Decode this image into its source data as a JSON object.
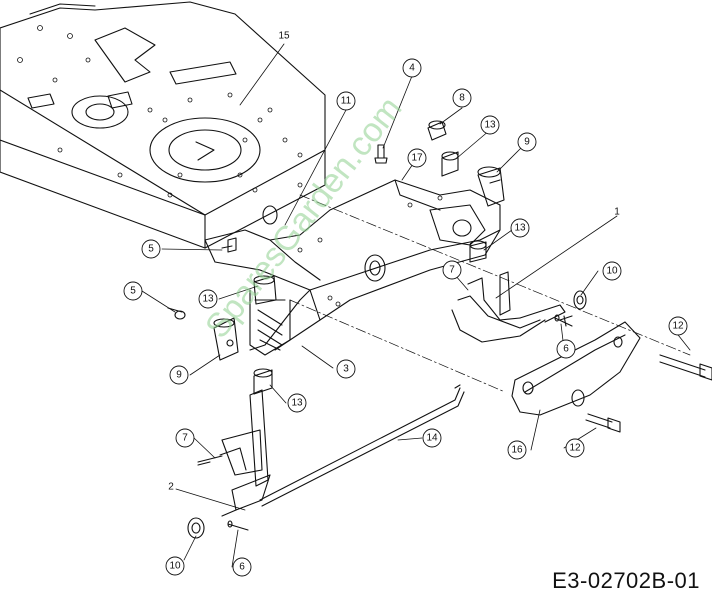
{
  "diagram": {
    "code": "E3-02702B-01",
    "watermark": "SparesGarden.com",
    "colors": {
      "line": "#111111",
      "watermark": "#8fd08f",
      "background": "#ffffff"
    },
    "callouts": [
      {
        "id": "c15",
        "label": "15"
      },
      {
        "id": "c4",
        "label": "4"
      },
      {
        "id": "c8",
        "label": "8"
      },
      {
        "id": "c11",
        "label": "11"
      },
      {
        "id": "c13a",
        "label": "13"
      },
      {
        "id": "c9a",
        "label": "9"
      },
      {
        "id": "c17",
        "label": "17"
      },
      {
        "id": "c13b",
        "label": "13"
      },
      {
        "id": "c1",
        "label": "1"
      },
      {
        "id": "c5a",
        "label": "5"
      },
      {
        "id": "c7a",
        "label": "7"
      },
      {
        "id": "c10a",
        "label": "10"
      },
      {
        "id": "c5b",
        "label": "5"
      },
      {
        "id": "c13c",
        "label": "13"
      },
      {
        "id": "c12a",
        "label": "12"
      },
      {
        "id": "c6a",
        "label": "6"
      },
      {
        "id": "c9b",
        "label": "9"
      },
      {
        "id": "c3",
        "label": "3"
      },
      {
        "id": "c13d",
        "label": "13"
      },
      {
        "id": "c14",
        "label": "14"
      },
      {
        "id": "c7b",
        "label": "7"
      },
      {
        "id": "c16",
        "label": "16"
      },
      {
        "id": "c12b",
        "label": "12"
      },
      {
        "id": "c2",
        "label": "2"
      },
      {
        "id": "c10b",
        "label": "10"
      },
      {
        "id": "c6b",
        "label": "6"
      }
    ]
  }
}
